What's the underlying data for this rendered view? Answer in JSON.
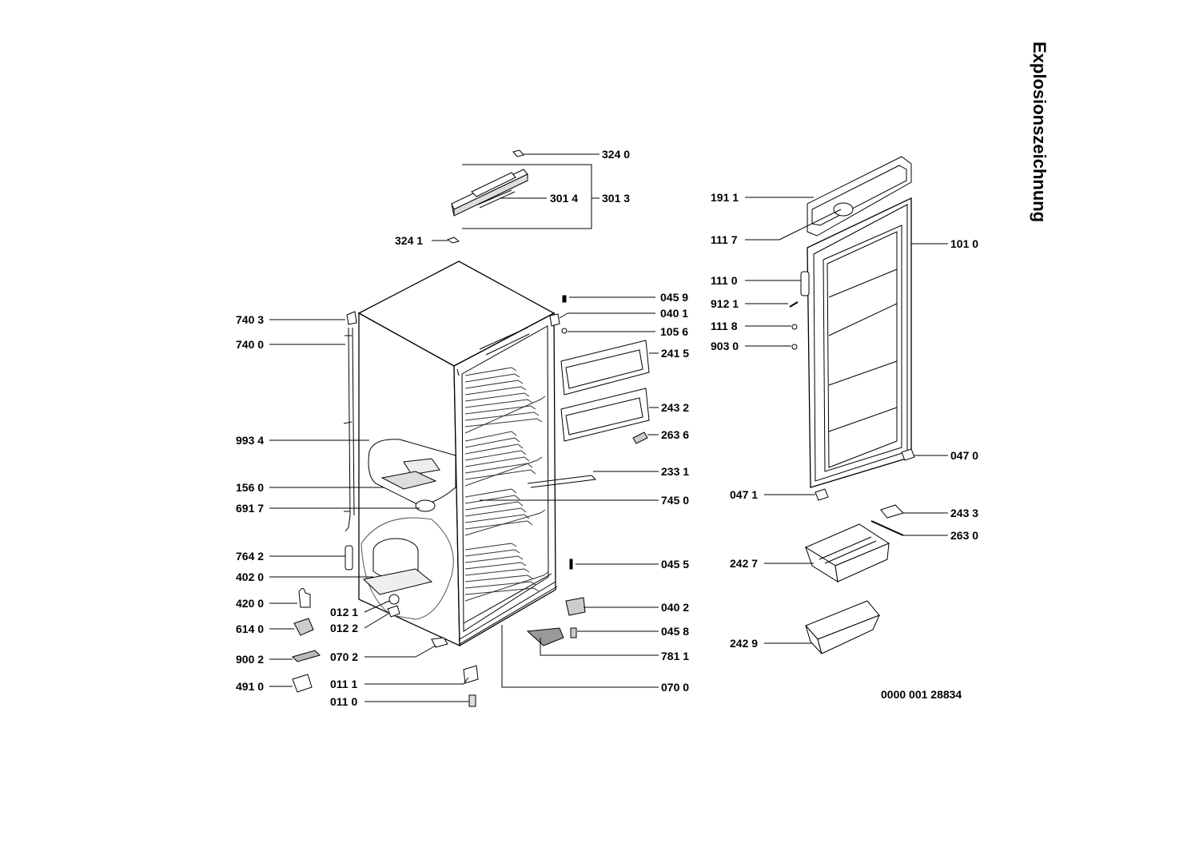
{
  "title": "Explosionszeichnung",
  "document_number": "0000 001 28834",
  "parts": [
    {
      "key": "p3240",
      "label": "324 0"
    },
    {
      "key": "p3014",
      "label": "301 4"
    },
    {
      "key": "p3013",
      "label": "301 3"
    },
    {
      "key": "p3241",
      "label": "324 1"
    },
    {
      "key": "p7403",
      "label": "740 3"
    },
    {
      "key": "p7400",
      "label": "740 0"
    },
    {
      "key": "p9934",
      "label": "993 4"
    },
    {
      "key": "p1560",
      "label": "156 0"
    },
    {
      "key": "p6917",
      "label": "691 7"
    },
    {
      "key": "p7642",
      "label": "764 2"
    },
    {
      "key": "p4020",
      "label": "402 0"
    },
    {
      "key": "p4200",
      "label": "420 0"
    },
    {
      "key": "p6140",
      "label": "614 0"
    },
    {
      "key": "p9002",
      "label": "900 2"
    },
    {
      "key": "p4910",
      "label": "491 0"
    },
    {
      "key": "p0121",
      "label": "012 1"
    },
    {
      "key": "p0122",
      "label": "012 2"
    },
    {
      "key": "p0702",
      "label": "070 2"
    },
    {
      "key": "p0111",
      "label": "011 1"
    },
    {
      "key": "p0110",
      "label": "011 0"
    },
    {
      "key": "p0459",
      "label": "045 9"
    },
    {
      "key": "p0401",
      "label": "040 1"
    },
    {
      "key": "p1056",
      "label": "105 6"
    },
    {
      "key": "p2415",
      "label": "241 5"
    },
    {
      "key": "p2432",
      "label": "243 2"
    },
    {
      "key": "p2636",
      "label": "263 6"
    },
    {
      "key": "p2331",
      "label": "233 1"
    },
    {
      "key": "p7450",
      "label": "745 0"
    },
    {
      "key": "p0455",
      "label": "045 5"
    },
    {
      "key": "p0402",
      "label": "040 2"
    },
    {
      "key": "p0458",
      "label": "045 8"
    },
    {
      "key": "p7811",
      "label": "781 1"
    },
    {
      "key": "p0700",
      "label": "070 0"
    },
    {
      "key": "p1911",
      "label": "191 1"
    },
    {
      "key": "p1117",
      "label": "111 7"
    },
    {
      "key": "p1010",
      "label": "101 0"
    },
    {
      "key": "p1110",
      "label": "111 0"
    },
    {
      "key": "p9121",
      "label": "912 1"
    },
    {
      "key": "p1118",
      "label": "111 8"
    },
    {
      "key": "p9030",
      "label": "903 0"
    },
    {
      "key": "p0470",
      "label": "047 0"
    },
    {
      "key": "p0471",
      "label": "047 1"
    },
    {
      "key": "p2433",
      "label": "243 3"
    },
    {
      "key": "p2630",
      "label": "263 0"
    },
    {
      "key": "p2427",
      "label": "242 7"
    },
    {
      "key": "p2429",
      "label": "242 9"
    }
  ]
}
